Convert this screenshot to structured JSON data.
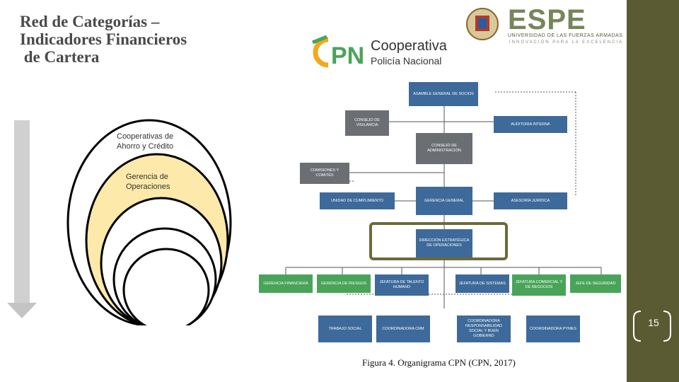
{
  "slide": {
    "title": "Red de Categorías –\nIndicadores Financieros\n de Cartera",
    "page_number": "15"
  },
  "logos": {
    "espe": {
      "name": "ESPE",
      "subtitle": "UNIVERSIDAD DE LAS FUERZAS ARMADAS",
      "tagline": "INNOVACIÓN PARA LA EXCELENCIA"
    },
    "cpn": {
      "line1": "Cooperativa",
      "line2": "Policía Nacional"
    }
  },
  "circles": {
    "outer_label": "Cooperativas de Ahorro y Crédito",
    "inner_label": "Gerencia de Operaciones"
  },
  "org_chart": {
    "asamblea": "ASAMBLE GENERAL DE SOCIOS",
    "vigilancia": "CONSEJO DE VIGILANCIA",
    "auditoria": "AUDITORIA INTERNA",
    "administracion": "CONSEJO DE ADMINISTRACIÓN",
    "comisiones": "COMISIONES Y COMITÉS",
    "cumplimiento": "UNIDAD DE CUMPLIMIENTO",
    "gerencia_general": "GERENCIA GENERAL",
    "asesoria": "ASESORÍA JURÍDICA",
    "direccion": "DIRECCIÓN ESTRATÉGICA DE OPERACIONES",
    "gerencias": [
      "GERENCIA FINANCIERA",
      "GERENCIA DE RIESGOS",
      "JEFATURA DE TALENTO HUMANO",
      "JEFATURA DE SISTEMAS",
      "JEFATURA COMERCIAL Y DE NEGOCIOS",
      "JEFE DE SEGURIDAD"
    ],
    "coordinaciones": [
      "TRABAJO SOCIAL",
      "COORDINADORA CRM",
      "COORDINADORA RESPONSABILIDAD SOCIAL Y BUEN GOBIERNO",
      "COORDINADORA PYMES"
    ]
  },
  "caption": "Figura 4. Organigrama CPN (CPN, 2017)",
  "colors": {
    "accent_bar": "#5b5b33",
    "box_blue": "#3d6a9a",
    "box_green": "#49a45a",
    "box_gray": "#6b6f74",
    "circle_fill": "#fde9a9",
    "highlight": "#6b6b3a"
  }
}
